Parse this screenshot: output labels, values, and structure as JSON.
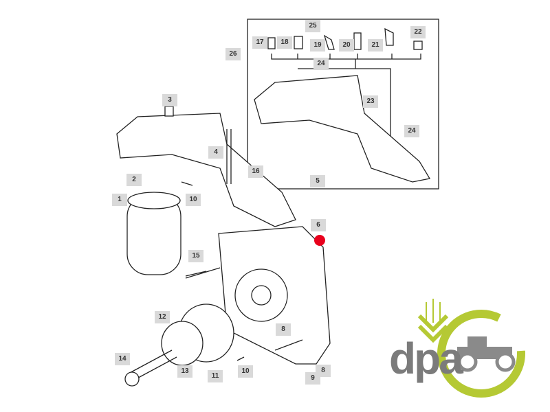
{
  "diagram": {
    "callouts": [
      {
        "id": "c25",
        "text": "25"
      },
      {
        "id": "c17",
        "text": "17"
      },
      {
        "id": "c18",
        "text": "18"
      },
      {
        "id": "c19",
        "text": "19"
      },
      {
        "id": "c20",
        "text": "20"
      },
      {
        "id": "c21",
        "text": "21"
      },
      {
        "id": "c22",
        "text": "22"
      },
      {
        "id": "c26",
        "text": "26"
      },
      {
        "id": "c24a",
        "text": "24"
      },
      {
        "id": "c23",
        "text": "23"
      },
      {
        "id": "c24b",
        "text": "24"
      },
      {
        "id": "c3",
        "text": "3"
      },
      {
        "id": "c4",
        "text": "4"
      },
      {
        "id": "c16",
        "text": "16"
      },
      {
        "id": "c5",
        "text": "5"
      },
      {
        "id": "c2",
        "text": "2"
      },
      {
        "id": "c10a",
        "text": "10"
      },
      {
        "id": "c1",
        "text": "1"
      },
      {
        "id": "c6",
        "text": "6"
      },
      {
        "id": "c15",
        "text": "15"
      },
      {
        "id": "c12",
        "text": "12"
      },
      {
        "id": "c8a",
        "text": "8"
      },
      {
        "id": "c14",
        "text": "14"
      },
      {
        "id": "c13",
        "text": "13"
      },
      {
        "id": "c11",
        "text": "11"
      },
      {
        "id": "c10b",
        "text": "10"
      },
      {
        "id": "c9",
        "text": "9"
      },
      {
        "id": "c8b",
        "text": "8"
      }
    ],
    "highlight_color": "#e8001c"
  },
  "logo": {
    "text": "dpa",
    "gray": "#7b7b7b",
    "green": "#b5c934"
  }
}
